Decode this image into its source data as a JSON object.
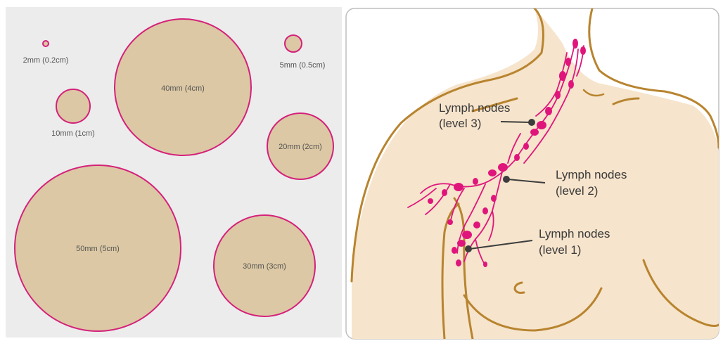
{
  "size_chart": {
    "circles": [
      {
        "id": "2mm",
        "label": "2mm (0.2cm)"
      },
      {
        "id": "5mm",
        "label": "5mm (0.5cm)"
      },
      {
        "id": "10mm",
        "label": "10mm (1cm)"
      },
      {
        "id": "20mm",
        "label": "20mm (2cm)"
      },
      {
        "id": "30mm",
        "label": "30mm (3cm)"
      },
      {
        "id": "40mm",
        "label": "40mm (4cm)"
      },
      {
        "id": "50mm",
        "label": "50mm (5cm)"
      }
    ],
    "colors": {
      "background": "#ececec",
      "fill": "#dcc8a4",
      "stroke": "#d4217a"
    }
  },
  "anatomy": {
    "callouts": [
      {
        "id": "level-3",
        "line1": "Lymph nodes",
        "line2": "(level 3)"
      },
      {
        "id": "level-2",
        "line1": "Lymph nodes",
        "line2": "(level 2)"
      },
      {
        "id": "level-1",
        "line1": "Lymph nodes",
        "line2": "(level 1)"
      }
    ],
    "colors": {
      "skin": "#f6e4cc",
      "outline": "#b8842f",
      "lymph": "#e0157c",
      "pointer": "#3d3d3d"
    }
  }
}
